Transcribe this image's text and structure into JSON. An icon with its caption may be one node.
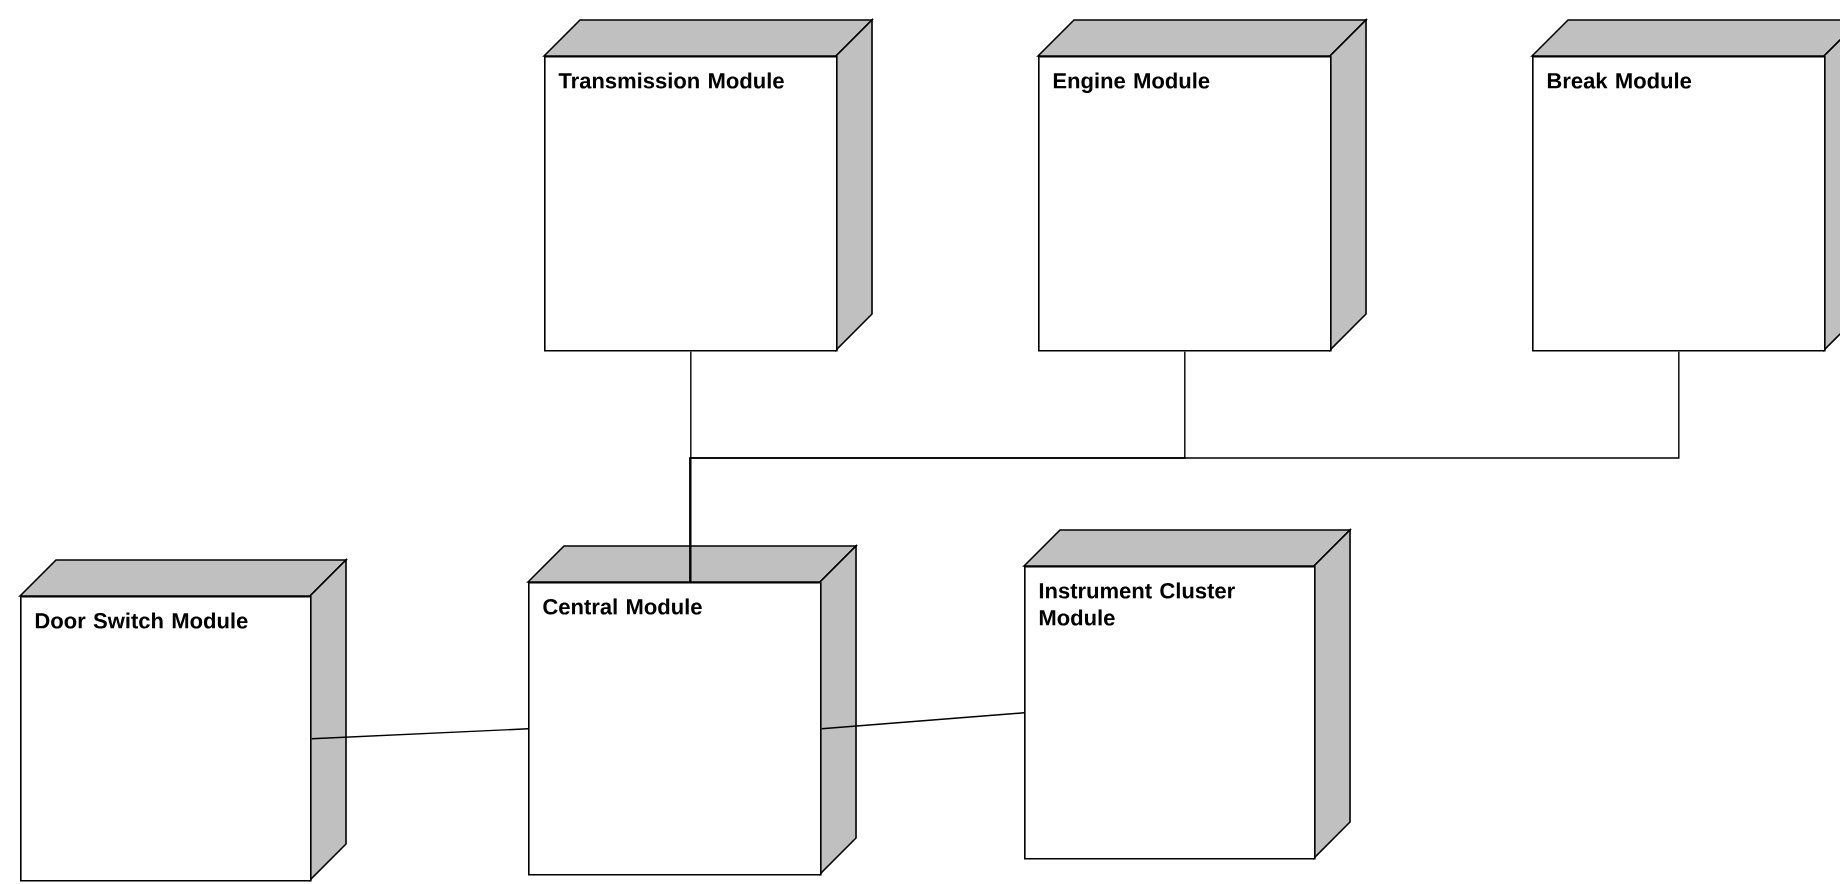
{
  "diagram": {
    "nodes": [
      {
        "text": [
          "Transmission Module"
        ]
      },
      {
        "text": [
          "Engine Module"
        ]
      },
      {
        "text": [
          "Break Module"
        ]
      },
      {
        "text": [
          "Door Switch Module"
        ]
      },
      {
        "text": [
          "Central Module"
        ]
      },
      {
        "text": [
          "Instrument Cluster Module"
        ]
      }
    ],
    "edges": [
      {
        "from": 0,
        "to": 4,
        "arrow": "none"
      },
      {
        "from": 1,
        "to": 4,
        "arrow": "none"
      },
      {
        "from": 2,
        "to": 4,
        "arrow": "none"
      },
      {
        "from": 3,
        "to": 4,
        "arrow": "none"
      },
      {
        "from": 4,
        "to": 5,
        "arrow": "none"
      }
    ]
  }
}
